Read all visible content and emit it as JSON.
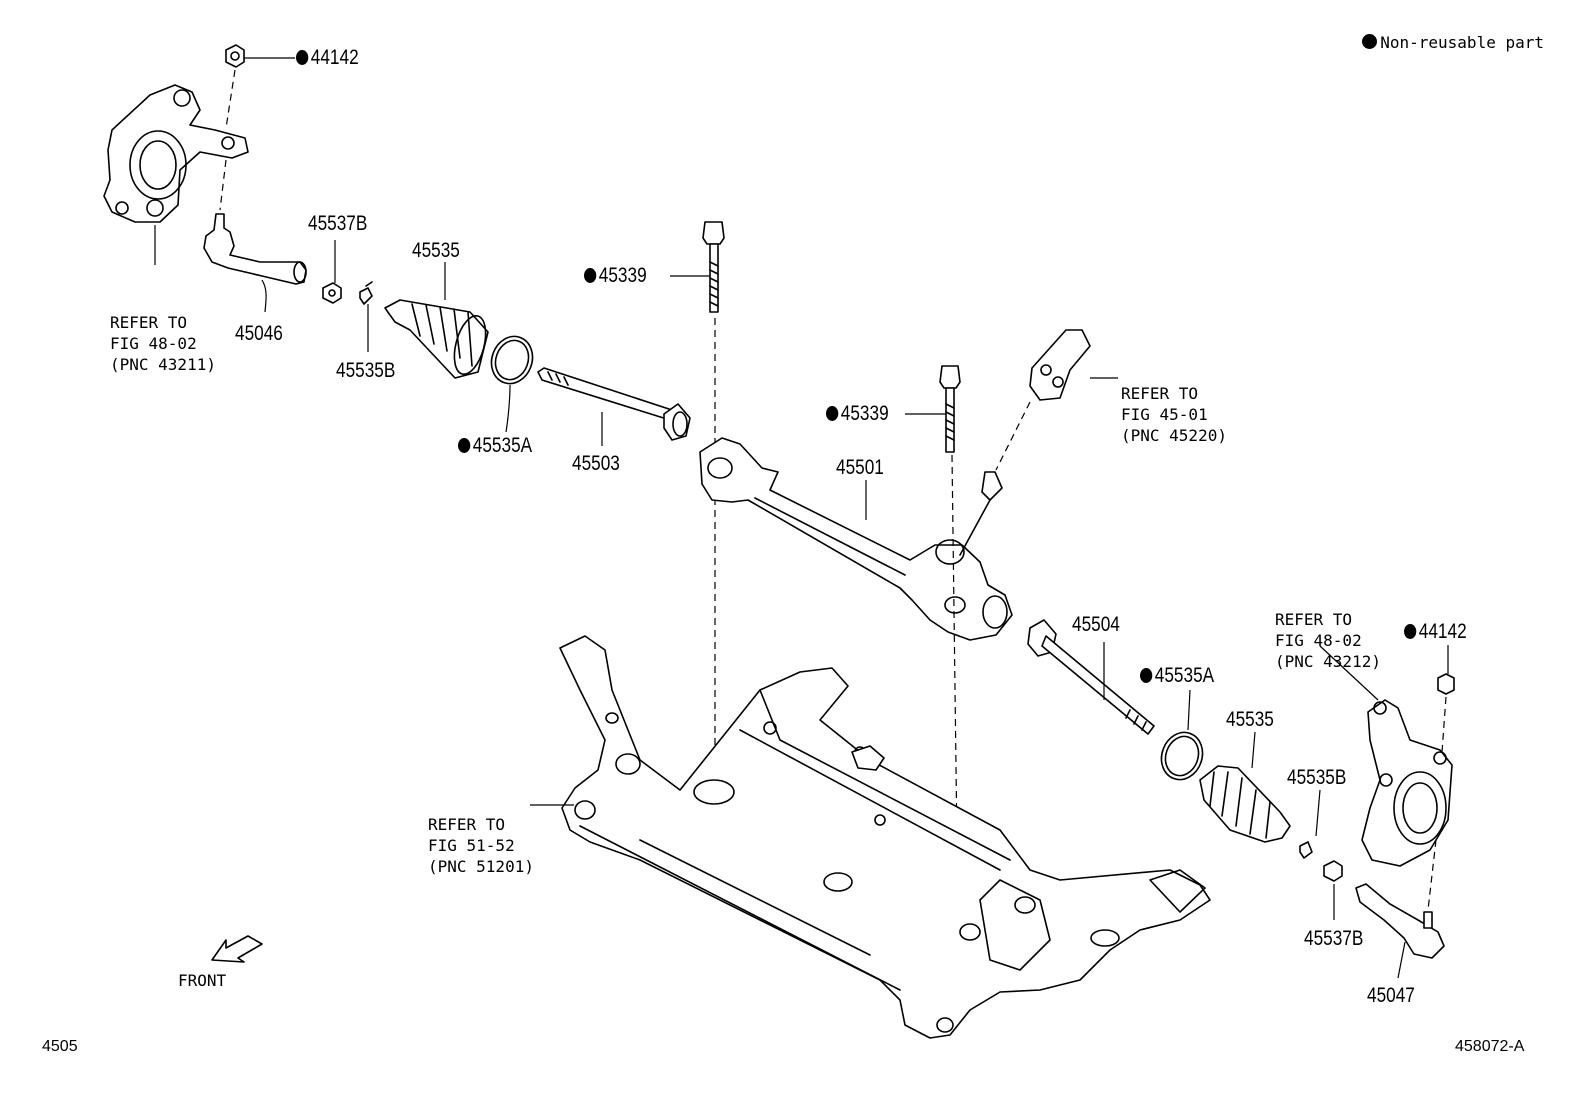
{
  "legend": {
    "symbol": "●",
    "text": "Non-reusable part"
  },
  "labels": {
    "p44142_top": "44142",
    "p45537B_top": "45537B",
    "p45535_top": "45535",
    "p45046": "45046",
    "p45535B_top": "45535B",
    "p45535A_top": "45535A",
    "p45503": "45503",
    "p45339_top": "45339",
    "p45339_mid": "45339",
    "p45501": "45501",
    "p45504": "45504",
    "p45535A_bot": "45535A",
    "p45535_bot": "45535",
    "p45535B_bot": "45535B",
    "p45537B_bot": "45537B",
    "p45047": "45047",
    "p44142_bot": "44142"
  },
  "references": {
    "knuckle_left": [
      "REFER TO",
      "FIG 48-02",
      "(PNC 43211)"
    ],
    "shaft": [
      "REFER TO",
      "FIG 45-01",
      "(PNC 45220)"
    ],
    "knuckle_right": [
      "REFER TO",
      "FIG 48-02",
      "(PNC 43212)"
    ],
    "crossmember": [
      "REFER TO",
      "FIG 51-52",
      "(PNC 51201)"
    ]
  },
  "front_label": "FRONT",
  "footer": {
    "left": "4505",
    "right": "458072-A"
  }
}
